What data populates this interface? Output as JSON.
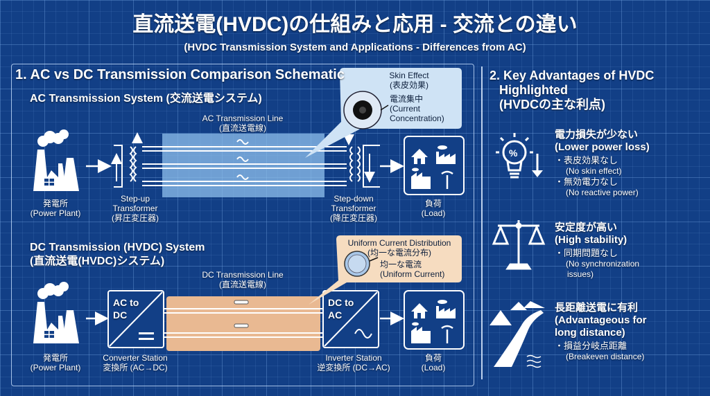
{
  "title": "直流送電(HVDC)の仕組みと応用 - 交流との違い",
  "subtitle": "(HVDC Transmission System and Applications - Differences from AC)",
  "section1": {
    "heading": "1. AC vs DC Transmission Comparison Schematic",
    "ac": {
      "title": "AC Transmission System (交流送電システム)",
      "line_label": "AC Transmission Line",
      "line_label_jp": "(直流送電線)",
      "plant_jp": "発電所",
      "plant_en": "(Power Plant)",
      "stepup_1": "Step-up",
      "stepup_2": "Transformer",
      "stepup_jp": "(昇圧変圧器)",
      "stepdown_1": "Step-down",
      "stepdown_2": "Transformer",
      "stepdown_jp": "(降圧変圧器)",
      "load_jp": "負荷",
      "load_en": "(Load)",
      "callout": {
        "title": "Skin Effect",
        "title_jp": "(表皮効果)",
        "label_jp": "電流集中",
        "label_en_1": "(Current",
        "label_en_2": "Concentration)"
      }
    },
    "dc": {
      "title_1": "DC Transmission (HVDC) System",
      "title_2": "(直流送電(HVDC)システム)",
      "line_label": "DC Transmission Line",
      "line_label_jp": "(直流送電線)",
      "plant_jp": "発電所",
      "plant_en": "(Power Plant)",
      "converter_box_1": "AC to",
      "converter_box_2": "DC",
      "converter_en": "Converter Station",
      "converter_jp": "変換所 (AC→DC)",
      "inverter_box_1": "DC to",
      "inverter_box_2": "AC",
      "inverter_en": "Inverter Station",
      "inverter_jp": "逆変換所 (DC→AC)",
      "load_jp": "負荷",
      "load_en": "(Load)",
      "callout": {
        "title": "Uniform Current Distribution",
        "title_jp": "(均一な電流分布)",
        "label_jp": "均一な電流",
        "label_en": "(Uniform Current)"
      }
    }
  },
  "section2": {
    "heading_1": "2. Key Advantages of HVDC",
    "heading_2": "Highlighted",
    "heading_3": "(HVDCの主な利点)",
    "items": [
      {
        "icon": "lightbulb-percent-icon",
        "title_jp": "電力損失が少ない",
        "title_en": "(Lower power loss)",
        "bullets": [
          {
            "jp": "・表皮効果なし",
            "en": "(No skin effect)"
          },
          {
            "jp": "・無効電力なし",
            "en": "(No reactive power)"
          }
        ]
      },
      {
        "icon": "balance-scale-icon",
        "title_jp": "安定度が高い",
        "title_en": "(High stability)",
        "bullets": [
          {
            "jp": "・同期問題なし",
            "en": "(No synchronization",
            "en2": "issues)"
          }
        ]
      },
      {
        "icon": "long-road-icon",
        "title_jp": "長距離送電に有利",
        "title_en": "(Advantageous for",
        "title_en2": "long distance)",
        "bullets": [
          {
            "jp": "・損益分岐点距離",
            "en": "(Breakeven distance)"
          }
        ]
      }
    ]
  },
  "colors": {
    "background": "#123f86",
    "ac_line": "#8fc0ec",
    "dc_line": "#e9b992",
    "callout_ac": "#cfe3f5",
    "callout_dc": "#f6dcc0"
  }
}
